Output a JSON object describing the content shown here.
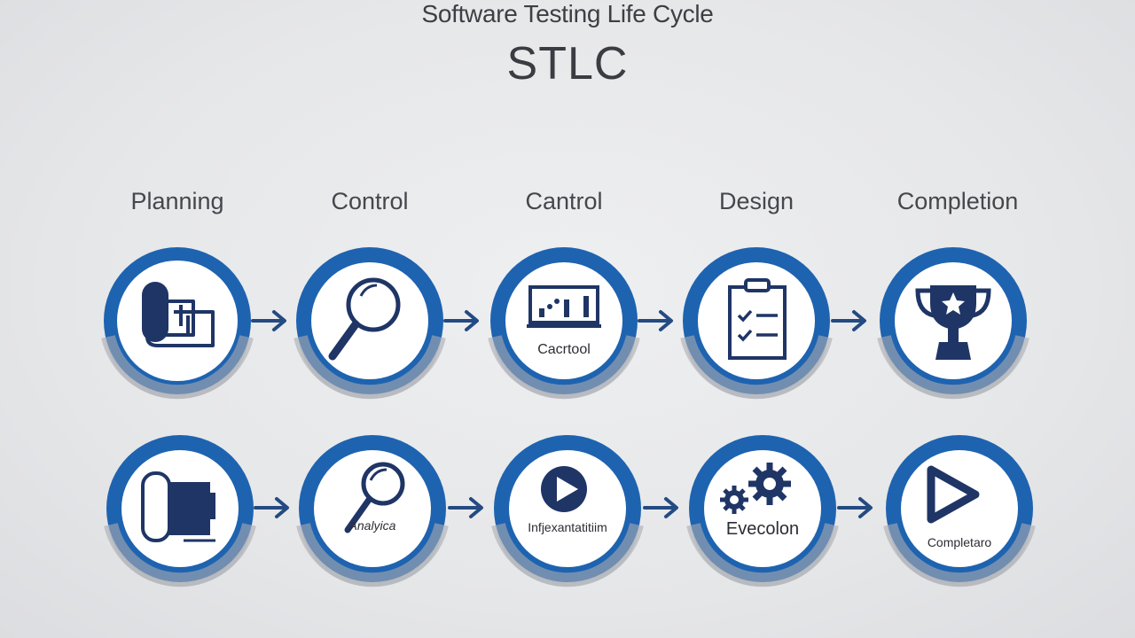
{
  "header": {
    "title": "Software Testing Life Cycle",
    "subtitle": "STLC"
  },
  "column_labels": [
    "Planning",
    "Control",
    "Cantrol",
    "Design",
    "Completion"
  ],
  "top_row": [
    {
      "icon": "document-scroll-icon",
      "caption": ""
    },
    {
      "icon": "magnifier-icon",
      "caption": ""
    },
    {
      "icon": "monitor-chart-icon",
      "caption": "Cacrtool"
    },
    {
      "icon": "clipboard-checklist-icon",
      "caption": ""
    },
    {
      "icon": "trophy-icon",
      "caption": ""
    }
  ],
  "bottom_row": [
    {
      "icon": "document-binder-icon",
      "caption": ""
    },
    {
      "icon": "magnifier-icon",
      "caption": "Analyica"
    },
    {
      "icon": "play-button-icon",
      "caption": "Infjexantatitiim"
    },
    {
      "icon": "gears-icon",
      "caption": "Evecolon"
    },
    {
      "icon": "play-triangle-icon",
      "caption": "Completaro"
    }
  ],
  "colors": {
    "ring": "#1e63b0",
    "icon": "#1f3566",
    "arrow": "#244a82",
    "shadow": "#b9bcc2",
    "title": "#3d3f44"
  }
}
